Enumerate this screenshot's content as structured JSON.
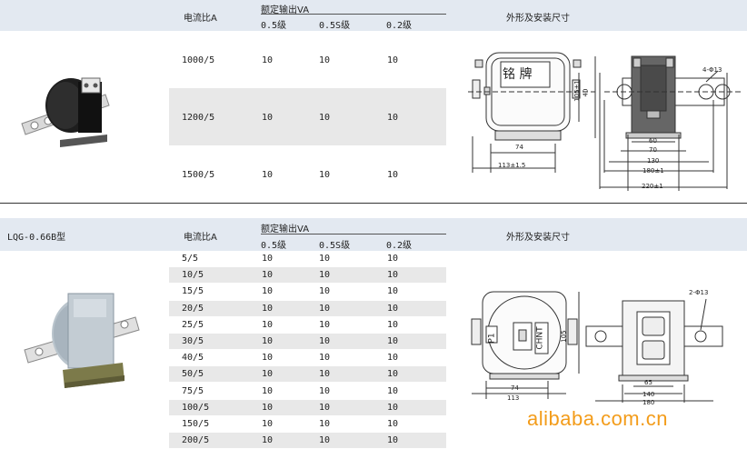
{
  "section1": {
    "headers": {
      "ratio": "电流比A",
      "rated_output": "额定输出VA",
      "class_05": "0.5级",
      "class_05s": "0.5S级",
      "class_02": "0.2级",
      "dimensions": "外形及安装尺寸"
    },
    "rows": [
      {
        "ratio": "1000/5",
        "c05": "10",
        "c05s": "10",
        "c02": "10"
      },
      {
        "ratio": "1200/5",
        "c05": "10",
        "c05s": "10",
        "c02": "10"
      },
      {
        "ratio": "1500/5",
        "c05": "10",
        "c05s": "10",
        "c02": "10"
      }
    ],
    "drawing": {
      "nameplate": "铭 牌",
      "d_hole": "4-Φ13",
      "d_40": "40",
      "d_105": "105±1",
      "d_74": "74",
      "d_113": "113±1.5",
      "d_60": "60",
      "d_70": "70",
      "d_130": "130",
      "d_180": "180±1",
      "d_220": "220±1"
    }
  },
  "section2": {
    "model": "LQG-0.66B型",
    "headers": {
      "ratio": "电流比A",
      "rated_output": "额定输出VA",
      "class_05": "0.5级",
      "class_05s": "0.5S级",
      "class_02": "0.2级",
      "dimensions": "外形及安装尺寸"
    },
    "rows": [
      {
        "ratio": "5/5",
        "c05": "10",
        "c05s": "10",
        "c02": "10"
      },
      {
        "ratio": "10/5",
        "c05": "10",
        "c05s": "10",
        "c02": "10"
      },
      {
        "ratio": "15/5",
        "c05": "10",
        "c05s": "10",
        "c02": "10"
      },
      {
        "ratio": "20/5",
        "c05": "10",
        "c05s": "10",
        "c02": "10"
      },
      {
        "ratio": "25/5",
        "c05": "10",
        "c05s": "10",
        "c02": "10"
      },
      {
        "ratio": "30/5",
        "c05": "10",
        "c05s": "10",
        "c02": "10"
      },
      {
        "ratio": "40/5",
        "c05": "10",
        "c05s": "10",
        "c02": "10"
      },
      {
        "ratio": "50/5",
        "c05": "10",
        "c05s": "10",
        "c02": "10"
      },
      {
        "ratio": "75/5",
        "c05": "10",
        "c05s": "10",
        "c02": "10"
      },
      {
        "ratio": "100/5",
        "c05": "10",
        "c05s": "10",
        "c02": "10"
      },
      {
        "ratio": "150/5",
        "c05": "10",
        "c05s": "10",
        "c02": "10"
      },
      {
        "ratio": "200/5",
        "c05": "10",
        "c05s": "10",
        "c02": "10"
      }
    ],
    "drawing": {
      "p1": "P1",
      "chnt": "CHNT",
      "d_hole": "2-Φ13",
      "d_105": "105",
      "d_74": "74",
      "d_113": "113",
      "d_65": "65",
      "d_140": "140",
      "d_180": "180"
    }
  },
  "watermark": "alibaba.com.cn",
  "colors": {
    "band": "#e3e9f1",
    "row_shade": "#e8e8e8",
    "watermark": "#f39c1a"
  }
}
